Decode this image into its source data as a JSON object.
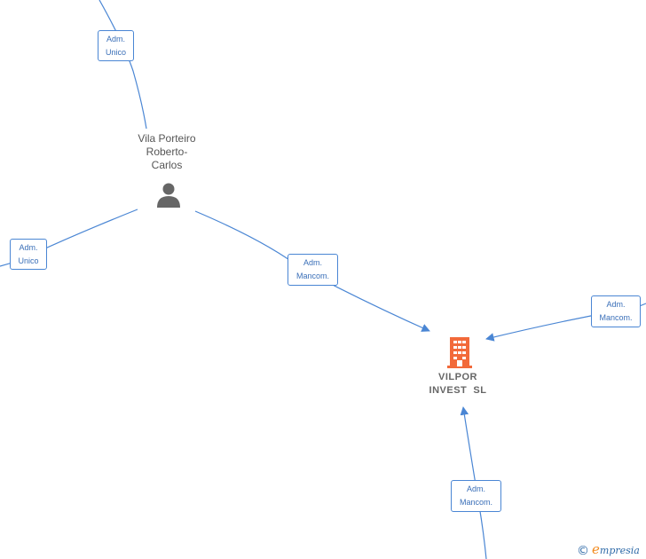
{
  "person": {
    "name_lines": [
      "Vila Porteiro",
      "Roberto-",
      "Carlos"
    ],
    "icon": "person-icon"
  },
  "company": {
    "name_lines": [
      "VILPOR",
      "INVEST  SL"
    ],
    "icon": "building-icon",
    "color": "#f26a3a"
  },
  "edge_labels": [
    {
      "lines": [
        "Adm.",
        "Unico"
      ]
    },
    {
      "lines": [
        "Adm.",
        "Unico"
      ]
    },
    {
      "lines": [
        "Adm.",
        "Mancom."
      ]
    },
    {
      "lines": [
        "Adm.",
        "Mancom."
      ]
    },
    {
      "lines": [
        "Adm.",
        "Mancom."
      ]
    }
  ],
  "colors": {
    "edge": "#4a86d4",
    "person_icon": "#666666"
  },
  "brand": {
    "copyright_symbol": "©",
    "first_letter": "e",
    "rest": "mpresia"
  }
}
